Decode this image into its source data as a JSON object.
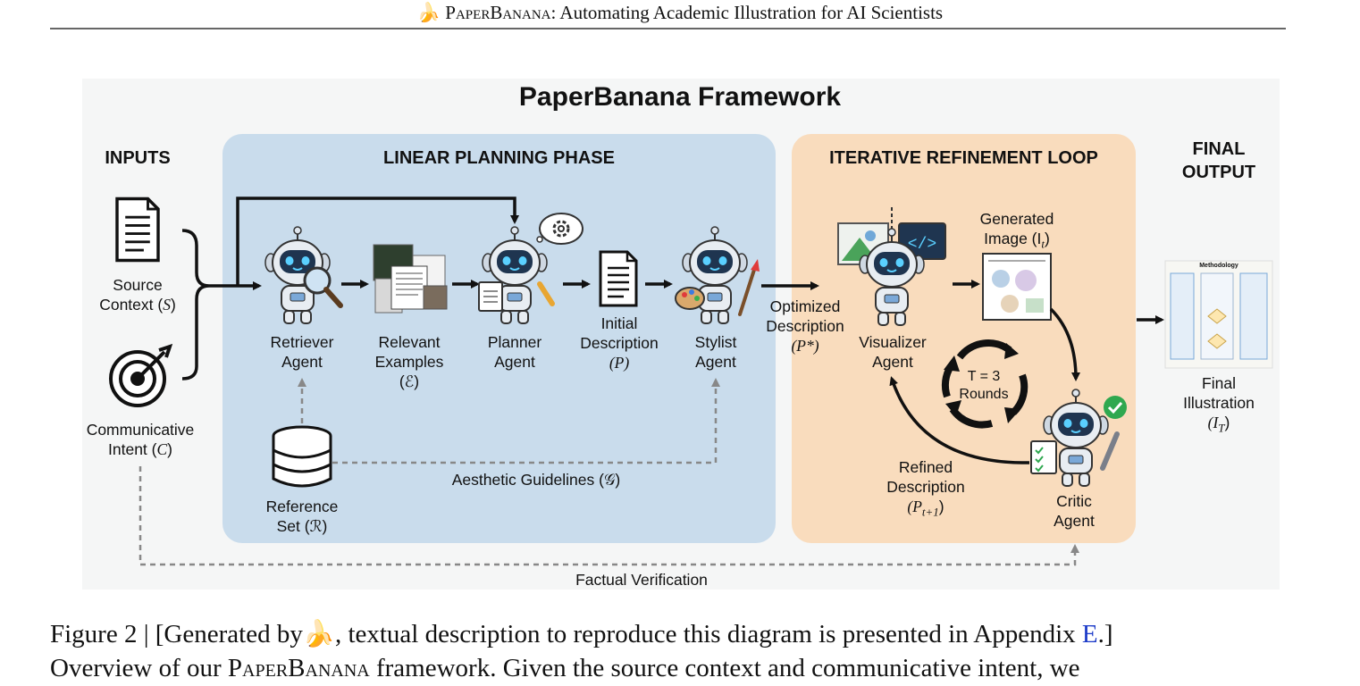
{
  "running_head": {
    "brand": "PaperBanana",
    "rest": ": Automating Academic Illustration for AI Scientists"
  },
  "diagram": {
    "title": "PaperBanana Framework",
    "inputs_header": "INPUTS",
    "planning_header": "LINEAR PLANNING PHASE",
    "refinement_header": "ITERATIVE REFINEMENT LOOP",
    "final_header_1": "FINAL",
    "final_header_2": "OUTPUT",
    "source_context_1": "Source",
    "source_context_2": "Context (",
    "source_context_sym": "S",
    "communicative_intent_1": "Communicative",
    "communicative_intent_2": "Intent (",
    "communicative_intent_sym": "C",
    "retriever_1": "Retriever",
    "retriever_2": "Agent",
    "relevant_1": "Relevant",
    "relevant_2": "Examples",
    "relevant_sym": "(ℰ)",
    "planner_1": "Planner",
    "planner_2": "Agent",
    "initial_1": "Initial",
    "initial_2": "Description",
    "initial_sym": "(P)",
    "stylist_1": "Stylist",
    "stylist_2": "Agent",
    "optimized_1": "Optimized",
    "optimized_2": "Description",
    "optimized_sym": "(P*)",
    "visualizer_1": "Visualizer",
    "visualizer_2": "Agent",
    "generated_1": "Generated",
    "generated_2": "Image (I",
    "generated_sub": "t",
    "loop_1": "T = 3",
    "loop_2": "Rounds",
    "refined_1": "Refined",
    "refined_2": "Description",
    "refined_3": "(P",
    "refined_sub": "t+1",
    "critic_1": "Critic",
    "critic_2": "Agent",
    "reference_1": "Reference",
    "reference_2": "Set (ℛ)",
    "aesthetic": "Aesthetic Guidelines (𝒢)",
    "factual": "Factual Verification",
    "final_1": "Final",
    "final_2": "Illustration",
    "final_3": "(I",
    "final_sub": "T",
    "methodology": "Methodology"
  },
  "caption": {
    "prefix": "Figure 2 | [Generated by",
    "middle": ", textual description to reproduce this diagram is presented in Appendix",
    "appendix_link": "E",
    "suffix": ".]",
    "line2_start": "Overview of our",
    "line2_brand": "PaperBanana",
    "line2_rest": "framework. Given the source context and communicative intent, we"
  },
  "colors": {
    "planning_bg": "#c9dcec",
    "refinement_bg": "#f9dcbd",
    "robot_face": "#1f3550",
    "robot_eye": "#5ad0ff",
    "check_green": "#2fa84f",
    "link_blue": "#1a39c8"
  }
}
